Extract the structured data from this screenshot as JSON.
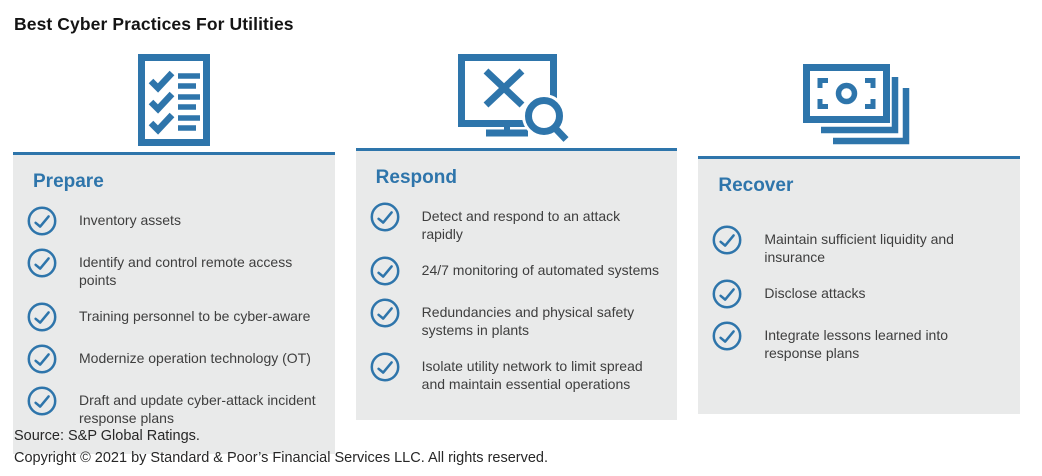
{
  "title": "Best Cyber Practices For Utilities",
  "colors": {
    "accent": "#2e75ab",
    "panel_bg": "#e9eaea"
  },
  "columns": [
    {
      "heading": "Prepare",
      "icon": "checklist-icon",
      "items": [
        "Inventory assets",
        "Identify and control remote access points",
        "Training personnel to be cyber-aware",
        "Modernize operation technology (OT)",
        "Draft and update cyber-attack incident response plans"
      ]
    },
    {
      "heading": "Respond",
      "icon": "monitor-search-icon",
      "items": [
        "Detect and respond to an attack rapidly",
        "24/7 monitoring of automated systems",
        "Redundancies and physical safety systems in plants",
        "Isolate utility network to limit spread and maintain essential operations"
      ]
    },
    {
      "heading": "Recover",
      "icon": "banknotes-icon",
      "items": [
        "Maintain sufficient liquidity and insurance",
        "Disclose attacks",
        "Integrate lessons learned into response plans"
      ]
    }
  ],
  "footer": {
    "source": "Source: S&P Global Ratings.",
    "copyright": "Copyright © 2021 by Standard & Poor’s Financial Services LLC. All rights reserved."
  }
}
